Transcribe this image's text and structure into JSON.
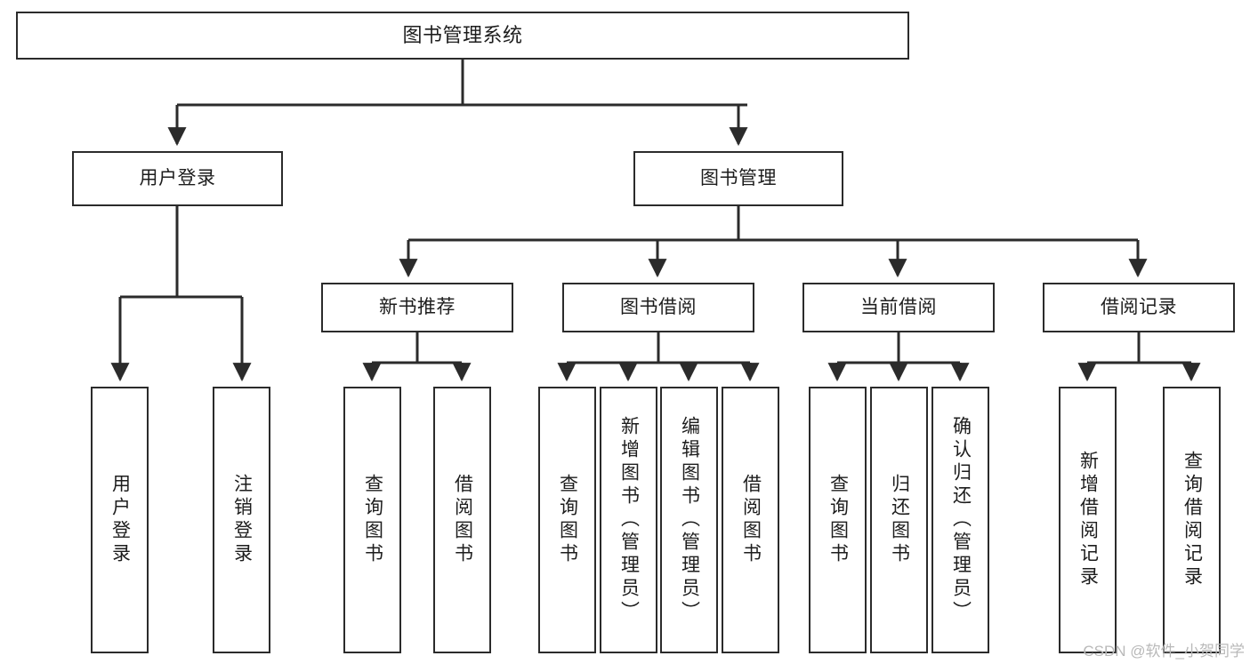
{
  "diagram": {
    "title": "图书管理系统",
    "type": "hierarchy-tree",
    "levels": 4,
    "colors": {
      "stroke": "#2b2b2b",
      "fill": "#ffffff",
      "text": "#1d1d1d",
      "watermark": "#b9b9b9"
    },
    "nodes": {
      "root": {
        "label": "图书管理系统"
      },
      "tier2": [
        {
          "label": "用户登录"
        },
        {
          "label": "图书管理"
        }
      ],
      "tier3": [
        {
          "label": "新书推荐"
        },
        {
          "label": "图书借阅"
        },
        {
          "label": "当前借阅"
        },
        {
          "label": "借阅记录"
        }
      ],
      "leaves": [
        {
          "label": "用户登录"
        },
        {
          "label": "注销登录"
        },
        {
          "label": "查询图书"
        },
        {
          "label": "借阅图书"
        },
        {
          "label": "查询图书"
        },
        {
          "label": "新增图书（管理员）"
        },
        {
          "label": "编辑图书（管理员）"
        },
        {
          "label": "借阅图书"
        },
        {
          "label": "查询图书"
        },
        {
          "label": "归还图书"
        },
        {
          "label": "确认归还（管理员）"
        },
        {
          "label": "新增借阅记录"
        },
        {
          "label": "查询借阅记录"
        }
      ]
    }
  },
  "watermark": {
    "text": "CSDN @软件_小贺同学"
  }
}
